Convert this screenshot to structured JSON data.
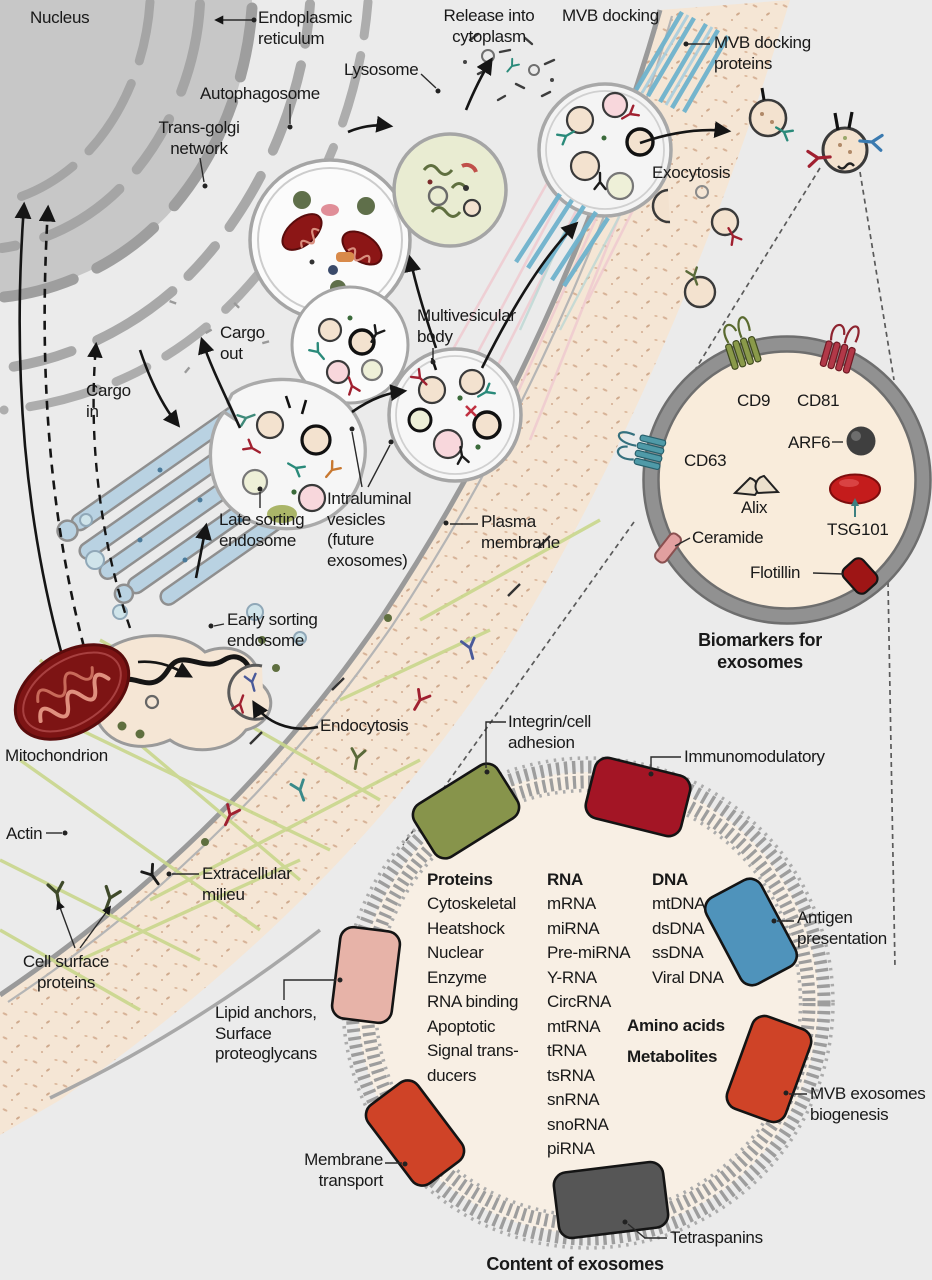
{
  "figure": {
    "background": "#ebebeb",
    "text_color": "#191919"
  },
  "cell_labels": {
    "nucleus": "Nucleus",
    "endoplasmic_reticulum": "Endoplasmic\nreticulum",
    "release_into_cytoplasm": "Release into\ncytoplasm",
    "mvb_docking": "MVB docking",
    "mvb_docking_proteins": "MVB docking\nproteins",
    "lysosome": "Lysosome",
    "autophagosome": "Autophagosome",
    "trans_golgi_network": "Trans-golgi\nnetwork",
    "exocytosis": "Exocytosis",
    "multivesicular_body": "Multivesicular\nbody",
    "cargo_out": "Cargo\nout",
    "cargo_in": "Cargo\nin",
    "late_sorting_endosome": "Late sorting\nendosome",
    "intraluminal_vesicles": "Intraluminal\nvesicles\n(future\nexosomes)",
    "plasma_membrane": "Plasma\nmembrane",
    "early_sorting_endosome": "Early sorting\nendosome",
    "endocytosis": "Endocytosis",
    "mitochondrion": "Mitochondrion",
    "actin": "Actin",
    "extracellular_milieu": "Extracellular\nmilieu",
    "cell_surface_proteins": "Cell surface\nproteins"
  },
  "biomarkers": {
    "title": "Biomarkers for exosomes",
    "cd9": "CD9",
    "cd81": "CD81",
    "cd63": "CD63",
    "arf6": "ARF6",
    "alix": "Alix",
    "tsg101": "TSG101",
    "ceramide": "Ceramide",
    "flotillin": "Flotillin"
  },
  "content": {
    "title": "Content of exosomes",
    "surface_labels": {
      "integrin": "Integrin/cell\nadhesion",
      "immunomodulatory": "Immunomodulatory",
      "antigen_presentation": "Antigen\npresentation",
      "mvb_exosomes_biogenesis": "MVB exosomes\nbiogenesis",
      "tetraspanins": "Tetraspanins",
      "membrane_transport": "Membrane\ntransport",
      "lipid_anchors": "Lipid anchors,\nSurface\nproteoglycans"
    },
    "columns": {
      "proteins": {
        "header": "Proteins",
        "items": [
          "Cytoskeletal",
          "Heatshock",
          "Nuclear",
          "Enzyme",
          "RNA binding",
          "Apoptotic",
          "Signal trans-",
          "ducers"
        ]
      },
      "rna": {
        "header": "RNA",
        "items": [
          "mRNA",
          "miRNA",
          "Pre-miRNA",
          "Y-RNA",
          "CircRNA",
          "mtRNA",
          "tRNA",
          "tsRNA",
          "snRNA",
          "snoRNA",
          "piRNA"
        ]
      },
      "dna": {
        "header": "DNA",
        "items": [
          "mtDNA",
          "dsDNA",
          "ssDNA",
          "Viral DNA"
        ]
      },
      "other": [
        "Amino acids",
        "Metabolites"
      ]
    }
  },
  "colors": {
    "extracellular_peach": "#f5e6d5",
    "golgi_blue": "#b9d2e2",
    "mitochondrion_red": "#7d1414",
    "lysosome_green": "#e9ecd2",
    "actin_green": "#c9d78c",
    "docking_stripe_blue": "#6fb3cd",
    "cd9_olive": "#8a9a4a",
    "cd81_crimson": "#b23848",
    "cd63_teal": "#4f9aa8",
    "arf6_dark": "#3f3f3f",
    "alix_tan": "#ece0cc",
    "tsg101_red": "#c41c1c",
    "ceramide_pink": "#e2a0a0",
    "flotillin_darkred": "#9e1515",
    "integrin_green": "#87944b",
    "immunomodulatory_red": "#a31525",
    "antigen_blue": "#4f93bb",
    "mvb_biogenesis_orange": "#cf4327",
    "tetraspanins_gray": "#565656",
    "membrane_transport_orange": "#cf4327",
    "lipid_anchors_pink": "#e7b3a8"
  }
}
